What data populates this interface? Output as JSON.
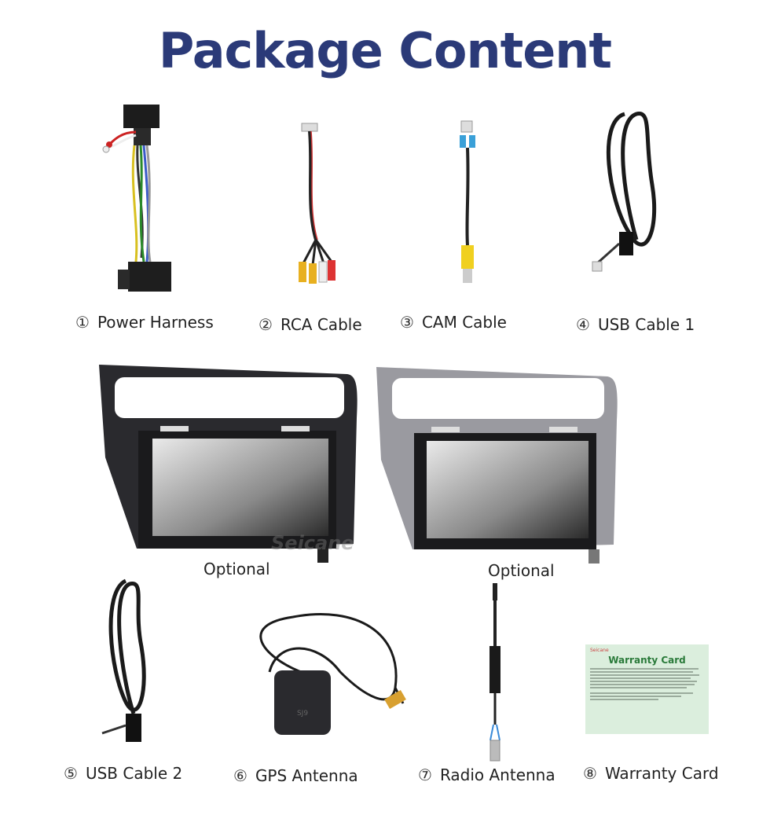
{
  "title": "Package Content",
  "watermark": "Seicane",
  "items": [
    {
      "num": "①",
      "label": "Power Harness"
    },
    {
      "num": "②",
      "label": "RCA Cable"
    },
    {
      "num": "③",
      "label": "CAM Cable"
    },
    {
      "num": "④",
      "label": "USB Cable 1"
    },
    {
      "num": "⑤",
      "label": "USB Cable 2"
    },
    {
      "num": "⑥",
      "label": "GPS Antenna"
    },
    {
      "num": "⑦",
      "label": "Radio Antenna"
    },
    {
      "num": "⑧",
      "label": "Warranty Card"
    }
  ],
  "optional_labels": [
    "Optional",
    "Optional"
  ],
  "warranty_card": {
    "brand": "Seicane",
    "title": "Warranty Card"
  },
  "colors": {
    "title": "#2b3a78",
    "frame_black": "#2a2a2e",
    "frame_grey": "#9a9aa0"
  }
}
